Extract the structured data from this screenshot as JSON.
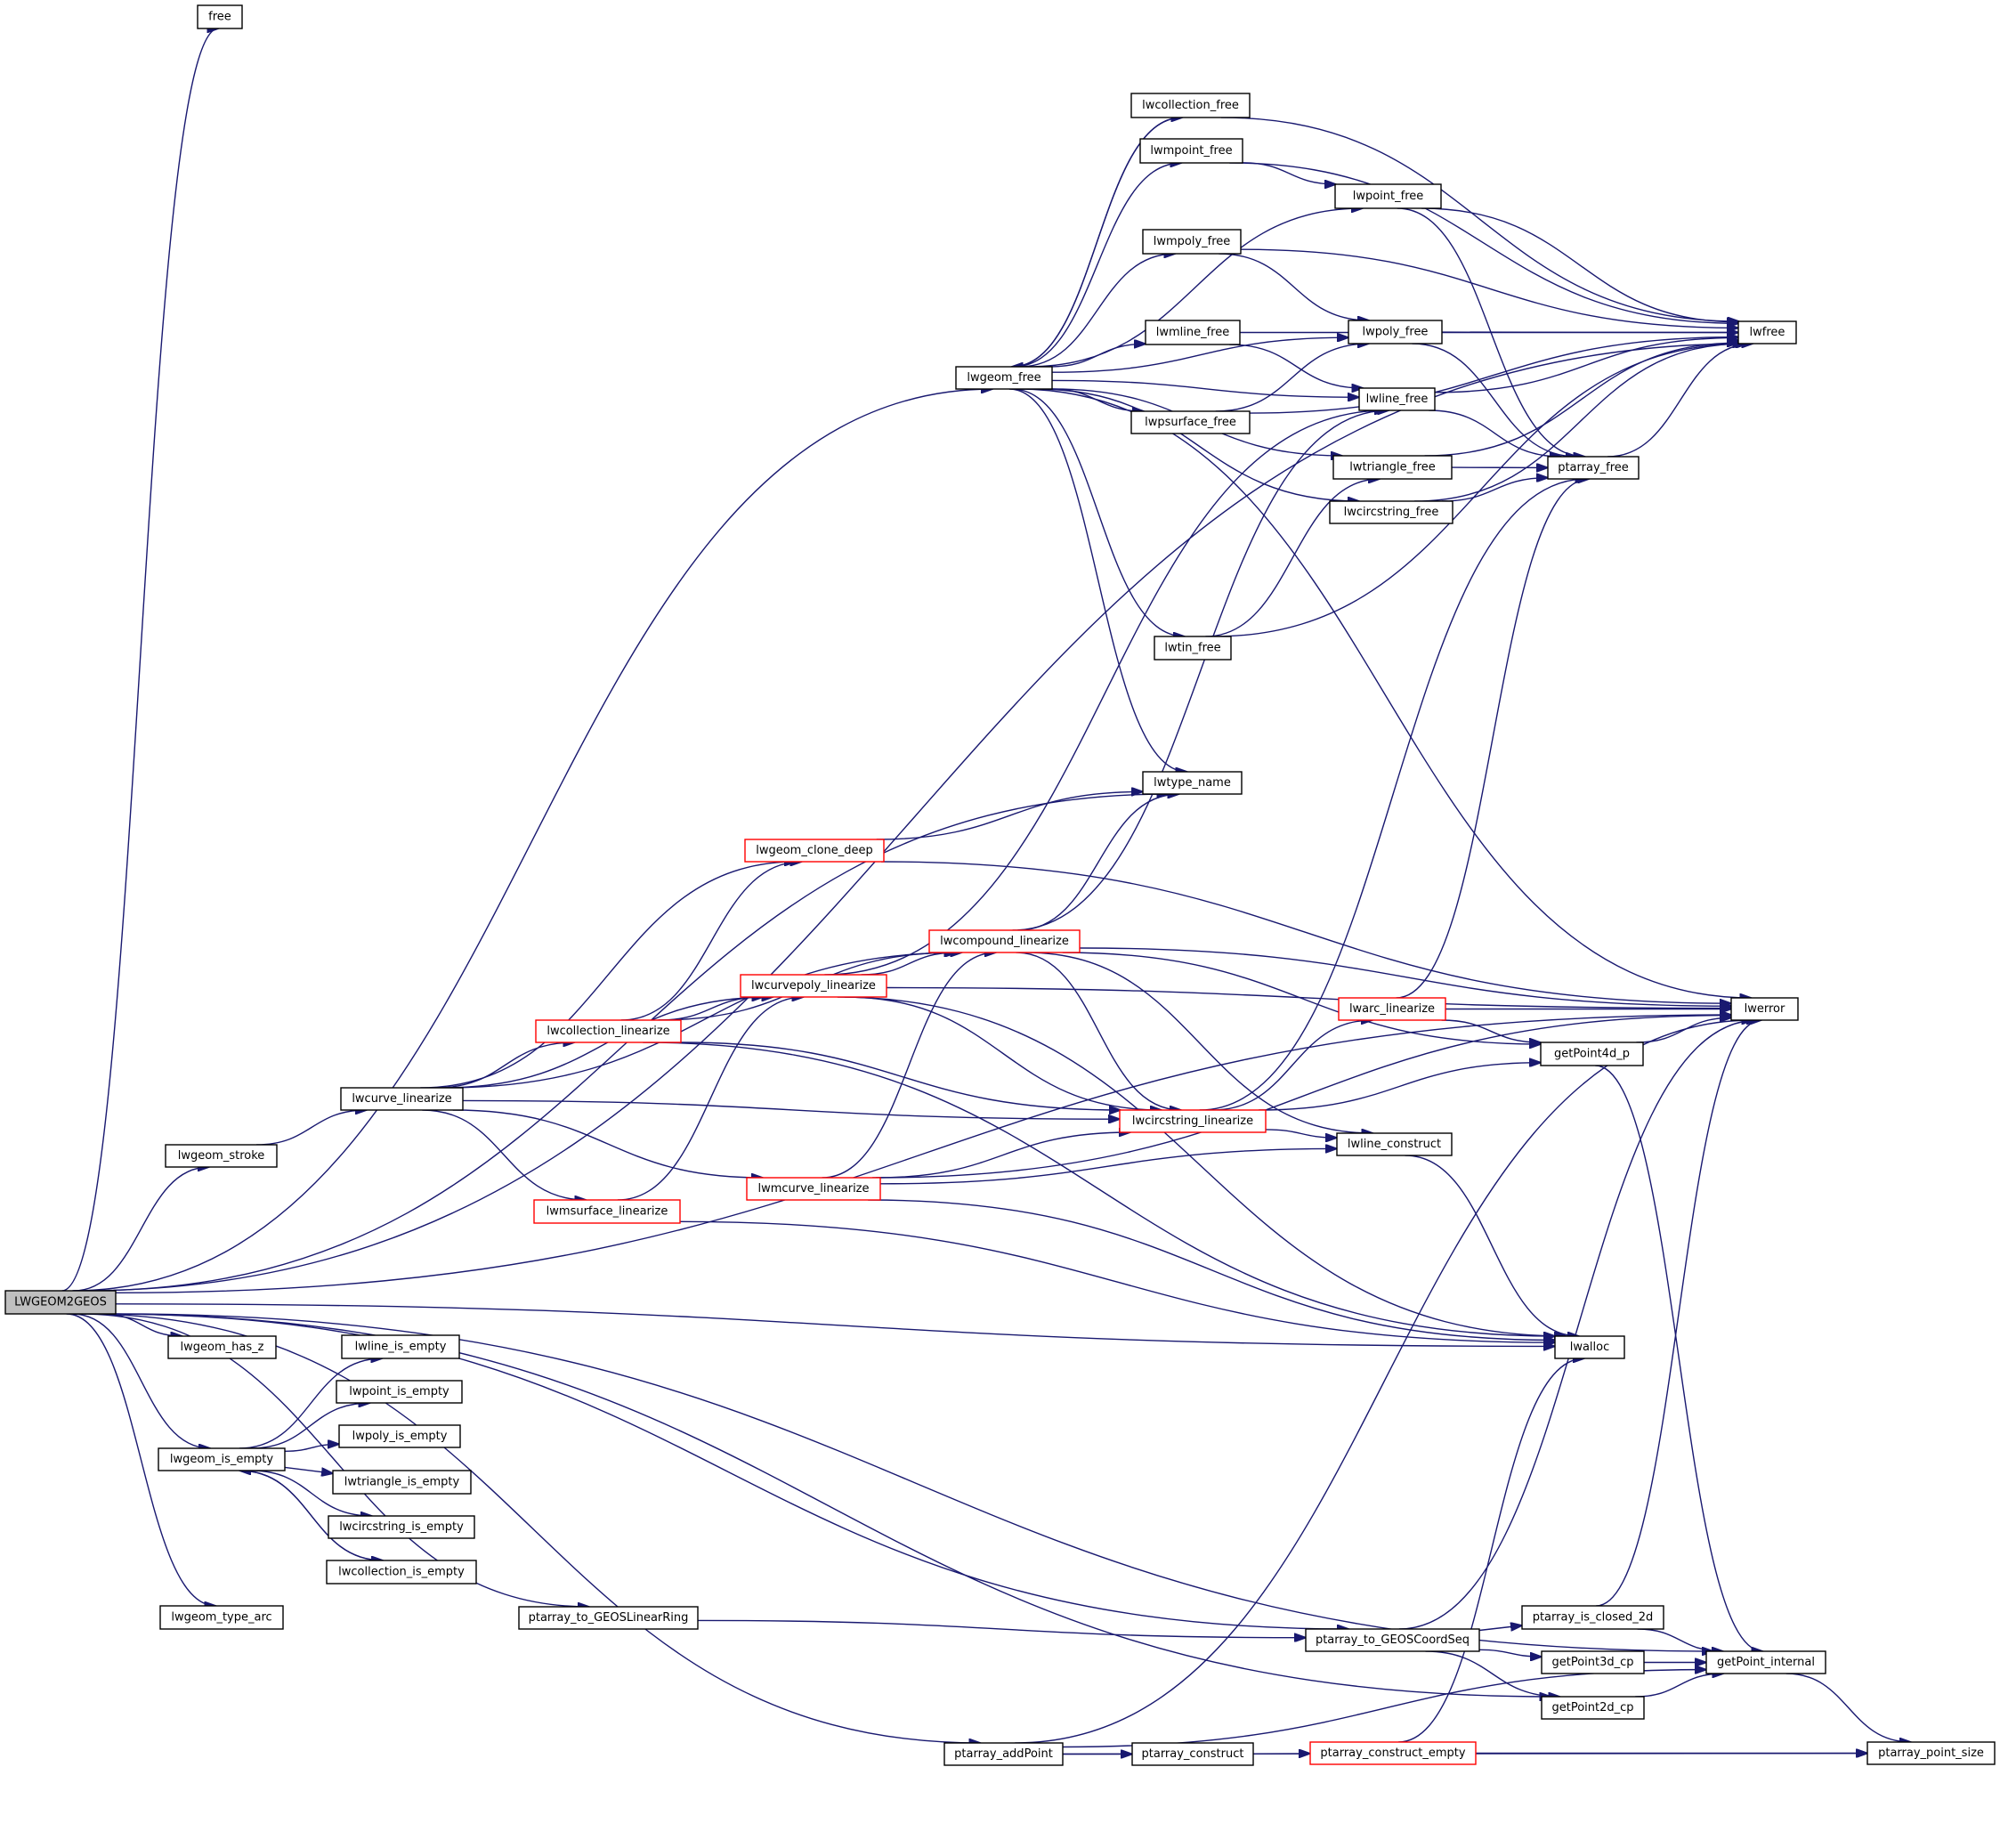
{
  "title": "LWGEOM2GEOS call graph",
  "colors": {
    "edge": "#191970",
    "root_fill": "#bfbfbf",
    "truncated_border": "#ff0000",
    "border": "#000000"
  },
  "nodes": [
    {
      "id": "LWGEOM2GEOS",
      "label": "LWGEOM2GEOS",
      "kind": "root"
    },
    {
      "id": "free",
      "label": "free",
      "kind": "normal"
    },
    {
      "id": "lwfree",
      "label": "lwfree",
      "kind": "normal"
    },
    {
      "id": "lwgeom_free",
      "label": "lwgeom_free",
      "kind": "normal"
    },
    {
      "id": "lwcollection_free",
      "label": "lwcollection_free",
      "kind": "normal"
    },
    {
      "id": "lwmpoint_free",
      "label": "lwmpoint_free",
      "kind": "normal"
    },
    {
      "id": "lwpoint_free",
      "label": "lwpoint_free",
      "kind": "normal"
    },
    {
      "id": "lwmpoly_free",
      "label": "lwmpoly_free",
      "kind": "normal"
    },
    {
      "id": "lwmline_free",
      "label": "lwmline_free",
      "kind": "normal"
    },
    {
      "id": "lwpoly_free",
      "label": "lwpoly_free",
      "kind": "normal"
    },
    {
      "id": "lwline_free",
      "label": "lwline_free",
      "kind": "normal"
    },
    {
      "id": "lwpsurface_free",
      "label": "lwpsurface_free",
      "kind": "normal"
    },
    {
      "id": "lwtriangle_free",
      "label": "lwtriangle_free",
      "kind": "normal"
    },
    {
      "id": "ptarray_free",
      "label": "ptarray_free",
      "kind": "normal"
    },
    {
      "id": "lwcircstring_free",
      "label": "lwcircstring_free",
      "kind": "normal"
    },
    {
      "id": "lwtin_free",
      "label": "lwtin_free",
      "kind": "normal"
    },
    {
      "id": "lwtype_name",
      "label": "lwtype_name",
      "kind": "normal"
    },
    {
      "id": "lwgeom_clone_deep",
      "label": "lwgeom_clone_deep",
      "kind": "red"
    },
    {
      "id": "lwcompound_linearize",
      "label": "lwcompound_linearize",
      "kind": "red"
    },
    {
      "id": "lwcurvepoly_linearize",
      "label": "lwcurvepoly_linearize",
      "kind": "red"
    },
    {
      "id": "lwcollection_linearize",
      "label": "lwcollection_linearize",
      "kind": "red"
    },
    {
      "id": "lwarc_linearize",
      "label": "lwarc_linearize",
      "kind": "red"
    },
    {
      "id": "lwerror",
      "label": "lwerror",
      "kind": "normal"
    },
    {
      "id": "getPoint4d_p",
      "label": "getPoint4d_p",
      "kind": "normal"
    },
    {
      "id": "lwcurve_linearize",
      "label": "lwcurve_linearize",
      "kind": "normal"
    },
    {
      "id": "lwcircstring_linearize",
      "label": "lwcircstring_linearize",
      "kind": "red"
    },
    {
      "id": "lwline_construct",
      "label": "lwline_construct",
      "kind": "normal"
    },
    {
      "id": "lwgeom_stroke",
      "label": "lwgeom_stroke",
      "kind": "normal"
    },
    {
      "id": "lwmcurve_linearize",
      "label": "lwmcurve_linearize",
      "kind": "red"
    },
    {
      "id": "lwmsurface_linearize",
      "label": "lwmsurface_linearize",
      "kind": "red"
    },
    {
      "id": "lwgeom_has_z",
      "label": "lwgeom_has_z",
      "kind": "normal"
    },
    {
      "id": "lwalloc",
      "label": "lwalloc",
      "kind": "normal"
    },
    {
      "id": "lwline_is_empty",
      "label": "lwline_is_empty",
      "kind": "normal"
    },
    {
      "id": "lwpoint_is_empty",
      "label": "lwpoint_is_empty",
      "kind": "normal"
    },
    {
      "id": "lwpoly_is_empty",
      "label": "lwpoly_is_empty",
      "kind": "normal"
    },
    {
      "id": "lwgeom_is_empty",
      "label": "lwgeom_is_empty",
      "kind": "normal"
    },
    {
      "id": "lwtriangle_is_empty",
      "label": "lwtriangle_is_empty",
      "kind": "normal"
    },
    {
      "id": "lwcircstring_is_empty",
      "label": "lwcircstring_is_empty",
      "kind": "normal"
    },
    {
      "id": "lwcollection_is_empty",
      "label": "lwcollection_is_empty",
      "kind": "normal"
    },
    {
      "id": "lwgeom_type_arc",
      "label": "lwgeom_type_arc",
      "kind": "normal"
    },
    {
      "id": "ptarray_to_GEOSLinearRing",
      "label": "ptarray_to_GEOSLinearRing",
      "kind": "normal"
    },
    {
      "id": "ptarray_is_closed_2d",
      "label": "ptarray_is_closed_2d",
      "kind": "normal"
    },
    {
      "id": "ptarray_to_GEOSCoordSeq",
      "label": "ptarray_to_GEOSCoordSeq",
      "kind": "normal"
    },
    {
      "id": "getPoint3d_cp",
      "label": "getPoint3d_cp",
      "kind": "normal"
    },
    {
      "id": "getPoint_internal",
      "label": "getPoint_internal",
      "kind": "normal"
    },
    {
      "id": "getPoint2d_cp",
      "label": "getPoint2d_cp",
      "kind": "normal"
    },
    {
      "id": "ptarray_addPoint",
      "label": "ptarray_addPoint",
      "kind": "normal"
    },
    {
      "id": "ptarray_construct",
      "label": "ptarray_construct",
      "kind": "normal"
    },
    {
      "id": "ptarray_construct_empty",
      "label": "ptarray_construct_empty",
      "kind": "red"
    },
    {
      "id": "ptarray_point_size",
      "label": "ptarray_point_size",
      "kind": "normal"
    }
  ],
  "edges": [
    [
      "LWGEOM2GEOS",
      "free"
    ],
    [
      "LWGEOM2GEOS",
      "lwfree"
    ],
    [
      "LWGEOM2GEOS",
      "lwgeom_free"
    ],
    [
      "LWGEOM2GEOS",
      "lwerror"
    ],
    [
      "LWGEOM2GEOS",
      "lwtype_name"
    ],
    [
      "LWGEOM2GEOS",
      "lwgeom_stroke"
    ],
    [
      "LWGEOM2GEOS",
      "lwgeom_has_z"
    ],
    [
      "LWGEOM2GEOS",
      "lwgeom_is_empty"
    ],
    [
      "LWGEOM2GEOS",
      "lwgeom_type_arc"
    ],
    [
      "LWGEOM2GEOS",
      "ptarray_to_GEOSLinearRing"
    ],
    [
      "LWGEOM2GEOS",
      "ptarray_to_GEOSCoordSeq"
    ],
    [
      "LWGEOM2GEOS",
      "getPoint2d_cp"
    ],
    [
      "LWGEOM2GEOS",
      "ptarray_addPoint"
    ],
    [
      "LWGEOM2GEOS",
      "lwalloc"
    ],
    [
      "LWGEOM2GEOS",
      "getPoint_internal"
    ],
    [
      "lwgeom_free",
      "lwcollection_free"
    ],
    [
      "lwgeom_free",
      "lwmpoint_free"
    ],
    [
      "lwgeom_free",
      "lwpoint_free"
    ],
    [
      "lwgeom_free",
      "lwmpoly_free"
    ],
    [
      "lwgeom_free",
      "lwpoly_free"
    ],
    [
      "lwgeom_free",
      "lwmline_free"
    ],
    [
      "lwgeom_free",
      "lwline_free"
    ],
    [
      "lwgeom_free",
      "lwpsurface_free"
    ],
    [
      "lwgeom_free",
      "lwtriangle_free"
    ],
    [
      "lwgeom_free",
      "lwcircstring_free"
    ],
    [
      "lwgeom_free",
      "lwtin_free"
    ],
    [
      "lwgeom_free",
      "lwtype_name"
    ],
    [
      "lwgeom_free",
      "lwerror"
    ],
    [
      "lwcollection_free",
      "lwgeom_free"
    ],
    [
      "lwcollection_free",
      "lwfree"
    ],
    [
      "lwmpoint_free",
      "lwpoint_free"
    ],
    [
      "lwmpoint_free",
      "lwfree"
    ],
    [
      "lwpoint_free",
      "lwfree"
    ],
    [
      "lwpoint_free",
      "ptarray_free"
    ],
    [
      "lwmpoly_free",
      "lwpoly_free"
    ],
    [
      "lwmpoly_free",
      "lwfree"
    ],
    [
      "lwmline_free",
      "lwline_free"
    ],
    [
      "lwmline_free",
      "lwfree"
    ],
    [
      "lwpoly_free",
      "lwfree"
    ],
    [
      "lwpoly_free",
      "ptarray_free"
    ],
    [
      "lwline_free",
      "lwfree"
    ],
    [
      "lwline_free",
      "ptarray_free"
    ],
    [
      "lwpsurface_free",
      "lwpoly_free"
    ],
    [
      "lwpsurface_free",
      "lwfree"
    ],
    [
      "lwtriangle_free",
      "ptarray_free"
    ],
    [
      "lwtriangle_free",
      "lwfree"
    ],
    [
      "lwcircstring_free",
      "ptarray_free"
    ],
    [
      "lwcircstring_free",
      "lwfree"
    ],
    [
      "lwtin_free",
      "lwtriangle_free"
    ],
    [
      "lwtin_free",
      "lwfree"
    ],
    [
      "ptarray_free",
      "lwfree"
    ],
    [
      "lwgeom_stroke",
      "lwcurve_linearize"
    ],
    [
      "lwcurve_linearize",
      "lwgeom_clone_deep"
    ],
    [
      "lwcurve_linearize",
      "lwcurvepoly_linearize"
    ],
    [
      "lwcurve_linearize",
      "lwcompound_linearize"
    ],
    [
      "lwcurve_linearize",
      "lwcollection_linearize"
    ],
    [
      "lwcurve_linearize",
      "lwcircstring_linearize"
    ],
    [
      "lwcurve_linearize",
      "lwmcurve_linearize"
    ],
    [
      "lwcurve_linearize",
      "lwmsurface_linearize"
    ],
    [
      "lwgeom_clone_deep",
      "lwtype_name"
    ],
    [
      "lwgeom_clone_deep",
      "lwerror"
    ],
    [
      "lwcollection_linearize",
      "lwgeom_clone_deep"
    ],
    [
      "lwcollection_linearize",
      "lwcompound_linearize"
    ],
    [
      "lwcollection_linearize",
      "lwcurvepoly_linearize"
    ],
    [
      "lwcollection_linearize",
      "lwcircstring_linearize"
    ],
    [
      "lwcollection_linearize",
      "lwalloc"
    ],
    [
      "lwcurvepoly_linearize",
      "lwcompound_linearize"
    ],
    [
      "lwcurvepoly_linearize",
      "lwline_free"
    ],
    [
      "lwcurvepoly_linearize",
      "lwcircstring_linearize"
    ],
    [
      "lwcurvepoly_linearize",
      "lwerror"
    ],
    [
      "lwcurvepoly_linearize",
      "lwalloc"
    ],
    [
      "lwcompound_linearize",
      "lwtype_name"
    ],
    [
      "lwcompound_linearize",
      "lwline_free"
    ],
    [
      "lwcompound_linearize",
      "lwerror"
    ],
    [
      "lwcompound_linearize",
      "lwcircstring_linearize"
    ],
    [
      "lwcompound_linearize",
      "getPoint4d_p"
    ],
    [
      "lwcompound_linearize",
      "lwline_construct"
    ],
    [
      "lwmsurface_linearize",
      "lwcurvepoly_linearize"
    ],
    [
      "lwmsurface_linearize",
      "lwalloc"
    ],
    [
      "lwmcurve_linearize",
      "lwcompound_linearize"
    ],
    [
      "lwmcurve_linearize",
      "lwcircstring_linearize"
    ],
    [
      "lwmcurve_linearize",
      "lwline_construct"
    ],
    [
      "lwmcurve_linearize",
      "lwerror"
    ],
    [
      "lwmcurve_linearize",
      "lwalloc"
    ],
    [
      "lwcircstring_linearize",
      "ptarray_free"
    ],
    [
      "lwcircstring_linearize",
      "lwarc_linearize"
    ],
    [
      "lwcircstring_linearize",
      "getPoint4d_p"
    ],
    [
      "lwcircstring_linearize",
      "lwline_construct"
    ],
    [
      "lwarc_linearize",
      "ptarray_free"
    ],
    [
      "lwarc_linearize",
      "lwerror"
    ],
    [
      "lwarc_linearize",
      "getPoint4d_p"
    ],
    [
      "getPoint4d_p",
      "lwerror"
    ],
    [
      "getPoint4d_p",
      "getPoint_internal"
    ],
    [
      "lwline_construct",
      "lwalloc"
    ],
    [
      "lwgeom_is_empty",
      "lwline_is_empty"
    ],
    [
      "lwgeom_is_empty",
      "lwpoint_is_empty"
    ],
    [
      "lwgeom_is_empty",
      "lwpoly_is_empty"
    ],
    [
      "lwgeom_is_empty",
      "lwtriangle_is_empty"
    ],
    [
      "lwgeom_is_empty",
      "lwcircstring_is_empty"
    ],
    [
      "lwgeom_is_empty",
      "lwcollection_is_empty"
    ],
    [
      "lwcollection_is_empty",
      "lwgeom_is_empty"
    ],
    [
      "ptarray_to_GEOSLinearRing",
      "ptarray_to_GEOSCoordSeq"
    ],
    [
      "ptarray_to_GEOSCoordSeq",
      "lwerror"
    ],
    [
      "ptarray_to_GEOSCoordSeq",
      "ptarray_is_closed_2d"
    ],
    [
      "ptarray_to_GEOSCoordSeq",
      "getPoint3d_cp"
    ],
    [
      "ptarray_to_GEOSCoordSeq",
      "getPoint2d_cp"
    ],
    [
      "ptarray_is_closed_2d",
      "lwerror"
    ],
    [
      "ptarray_is_closed_2d",
      "getPoint_internal"
    ],
    [
      "getPoint3d_cp",
      "getPoint_internal"
    ],
    [
      "getPoint2d_cp",
      "getPoint_internal"
    ],
    [
      "getPoint_internal",
      "ptarray_point_size"
    ],
    [
      "ptarray_addPoint",
      "lwerror"
    ],
    [
      "ptarray_addPoint",
      "ptarray_construct"
    ],
    [
      "ptarray_addPoint",
      "getPoint_internal"
    ],
    [
      "ptarray_addPoint",
      "ptarray_point_size"
    ],
    [
      "ptarray_construct",
      "ptarray_construct_empty"
    ],
    [
      "ptarray_construct_empty",
      "lwalloc"
    ],
    [
      "ptarray_construct_empty",
      "ptarray_point_size"
    ]
  ]
}
